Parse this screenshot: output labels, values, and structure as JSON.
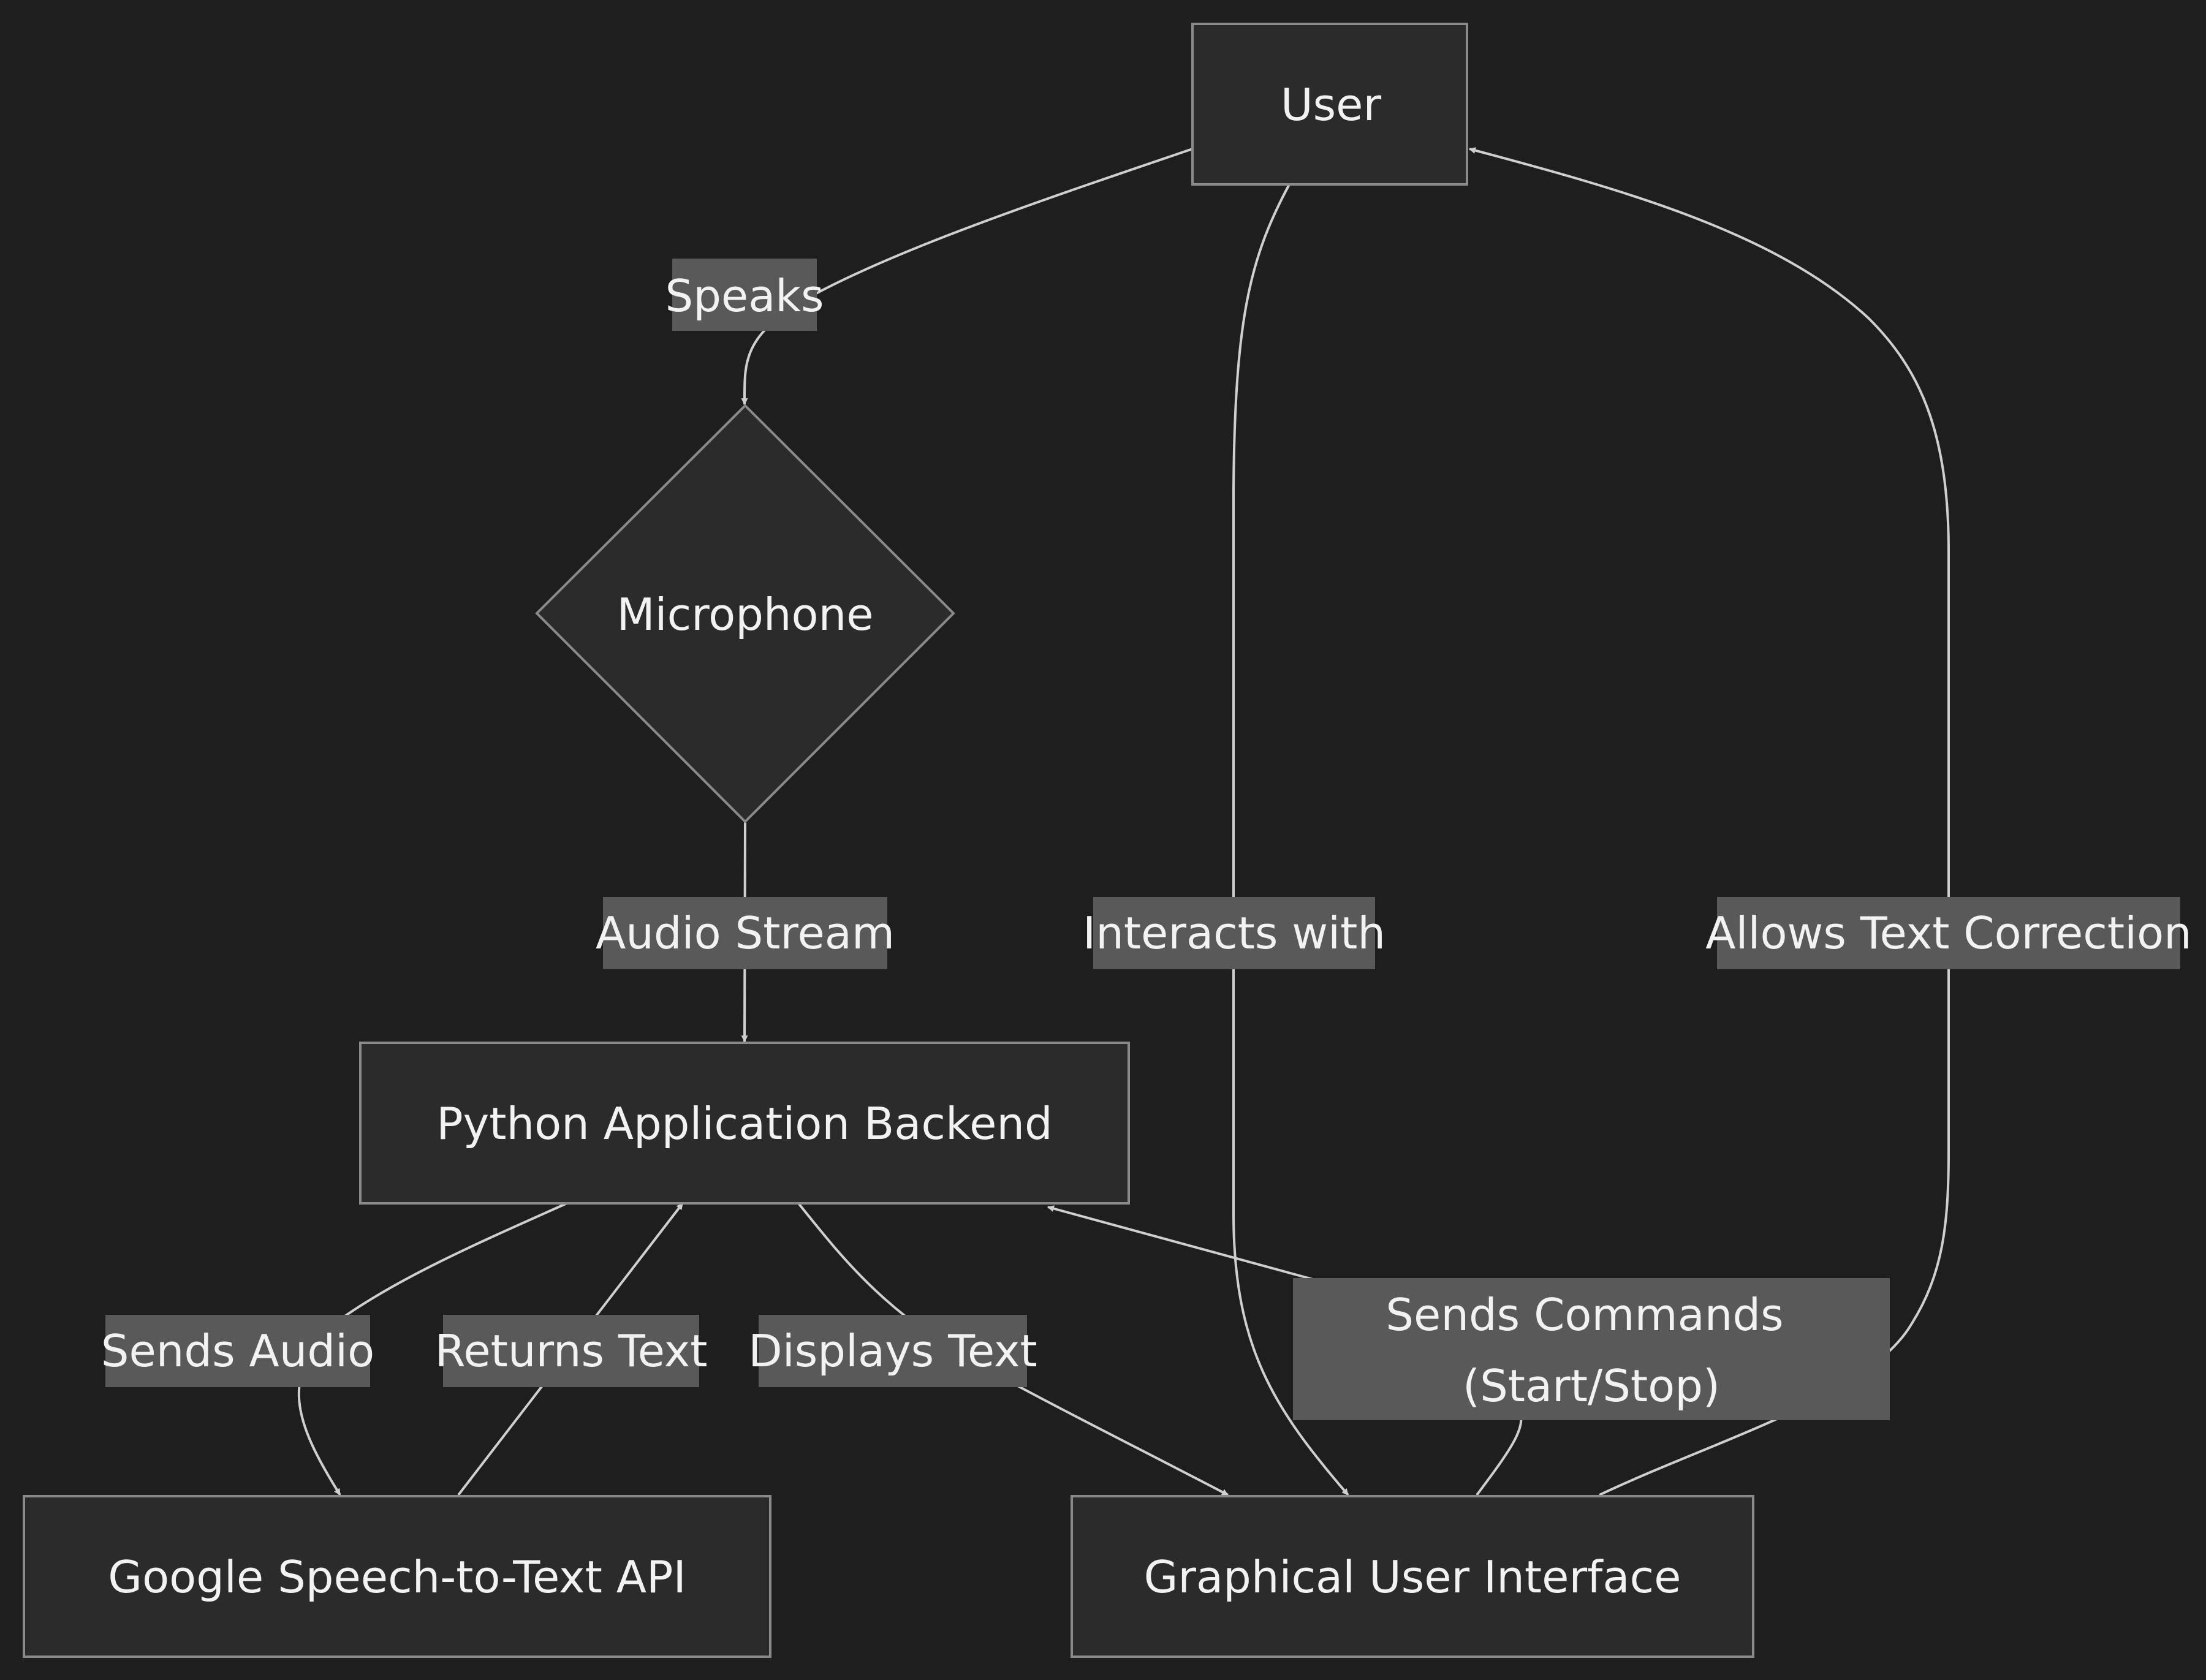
{
  "nodes": {
    "user": "User",
    "microphone": "Microphone",
    "backend": "Python Application Backend",
    "google_api": "Google Speech-to-Text API",
    "gui": "Graphical User Interface"
  },
  "edges": {
    "speaks": "Speaks",
    "audio_stream": "Audio Stream",
    "interacts_with": "Interacts with",
    "allows_text_correction": "Allows Text Correction",
    "sends_audio": "Sends Audio",
    "returns_text": "Returns Text",
    "displays_text": "Displays Text",
    "sends_commands_line1": "Sends Commands",
    "sends_commands_line2": "(Start/Stop)"
  },
  "colors": {
    "background": "#1e1e1e",
    "node_fill": "#2b2b2b",
    "node_stroke": "#8a8a8a",
    "edge": "#cfcfcf",
    "label_background": "#595959",
    "text": "#f2f2f2"
  }
}
